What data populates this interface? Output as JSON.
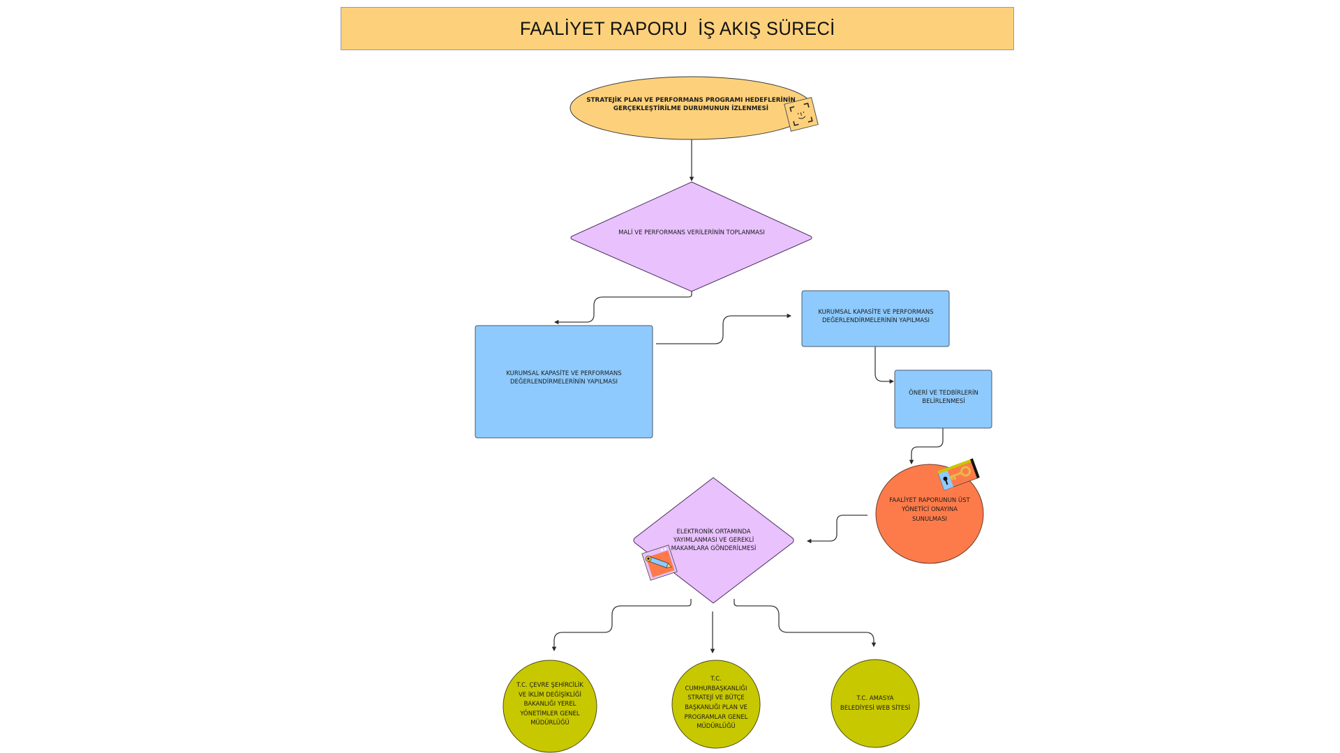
{
  "title": "FAALİYET RAPORU  İŞ AKIŞ SÜRECİ",
  "colors": {
    "title_bg": "#fdd17b",
    "start_ellipse": "#fdd17b",
    "decision_diamond": "#e8c1fd",
    "process_box": "#8ecafd",
    "approval_circle": "#fd7b4a",
    "output_circle": "#c8c800",
    "connector": "#3a3a3a"
  },
  "nodes": {
    "start": {
      "line1": "STRATEJİK PLAN VE PERFORMANS PROGRAMI HEDEFLERİNİN",
      "line2": "GERÇEKLEŞTİRİLME DURUMUNUN İZLENMESİ",
      "sticker_icon": "face-scan-icon"
    },
    "collect": {
      "text": "MALİ VE PERFORMANS VERİLERİNİN TOPLANMASI"
    },
    "assess_main": {
      "line1": "KURUMSAL KAPASİTE VE PERFORMANS",
      "line2": "DEĞERLENDİRMELERİNİN YAPILMASI"
    },
    "assess_side": {
      "line1": "KURUMSAL KAPASİTE VE PERFORMANS",
      "line2": "DEĞERLENDİRMELERİNİN YAPILMASI"
    },
    "recommend": {
      "line1": "ÖNERİ VE TEDBİRLERİN",
      "line2": "BELİRLENMESİ"
    },
    "approval": {
      "line1": "FAALİYET RAPORUNUN ÜST",
      "line2": "YÖNETİCİ ONAYINA",
      "line3": "SUNULMASI",
      "sticker_icon": "key-lock-icon"
    },
    "publish": {
      "line1": "ELEKTRONİK ORTAMINDA",
      "line2": "YAYIMLANMASI VE GEREKLİ",
      "line3": "MAKAMLARA GÖNDERİLMESİ",
      "sticker_icon": "pencil-edit-icon"
    },
    "recipient_1": {
      "lines": [
        "T.C. ÇEVRE ŞEHİRCİLİK",
        "VE İKLİM DEĞİŞİKLİĞİ",
        "BAKANLIĞI YEREL",
        "YÖNETİMLER GENEL",
        "MÜDÜRLÜĞÜ"
      ]
    },
    "recipient_2": {
      "lines": [
        "T.C.",
        "CUMHURBAŞKANLIĞI",
        "STRATEJİ VE BÜTÇE",
        "BAŞKANLIĞI PLAN VE",
        "PROGRAMLAR GENEL",
        "MÜDÜRLÜĞÜ"
      ]
    },
    "recipient_3": {
      "lines": [
        "T.C. AMASYA",
        "BELEDİYESİ WEB SİTESİ"
      ]
    }
  }
}
